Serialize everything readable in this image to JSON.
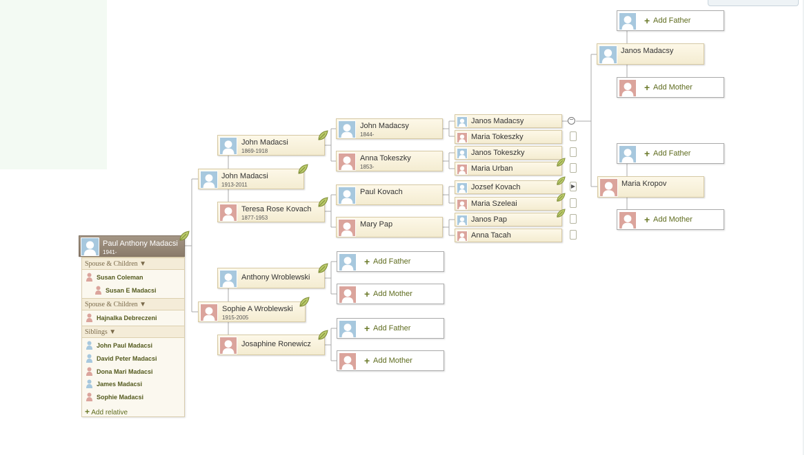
{
  "root": {
    "name": "Paul Anthony Madacsi",
    "dates": "1941-"
  },
  "family_panel": {
    "section_spouse_1": "Spouse & Children ▼",
    "spouse_1": "Susan Coleman",
    "child_1": "Susan E Madacsi",
    "section_spouse_2": "Spouse & Children ▼",
    "spouse_2": "Hajnalka Debreczeni",
    "section_siblings": "Siblings ▼",
    "siblings": [
      "John Paul Madacsi",
      "David Peter Madacsi",
      "Dona Mari Madacsi",
      "James Madacsi",
      "Sophie Madacsi"
    ],
    "add_relative": "Add relative"
  },
  "gen1": {
    "father": {
      "name": "John Madacsi",
      "dates": "1913-2011"
    },
    "mother": {
      "name": "Sophie A Wroblewski",
      "dates": "1915-2005"
    }
  },
  "gen2": {
    "pf": {
      "name": "John Madacsi",
      "dates": "1869-1918"
    },
    "pm": {
      "name": "Teresa Rose Kovach",
      "dates": "1877-1953"
    },
    "mf": {
      "name": "Anthony Wroblewski"
    },
    "mm": {
      "name": "Josaphine Ronewicz"
    }
  },
  "gen3": {
    "g1": {
      "name": "John Madacsy",
      "dates": "1844-"
    },
    "g2": {
      "name": "Anna Tokeszky",
      "dates": "1853-"
    },
    "g3": {
      "name": "Paul Kovach"
    },
    "g4": {
      "name": "Mary Pap"
    }
  },
  "gen4": [
    "Janos Madacsy",
    "Maria Tokeszky",
    "Janos Tokeszky",
    "Maria Urban",
    "Jozsef Kovach",
    "Maria Szeleai",
    "Janos Pap",
    "Anna Tacah"
  ],
  "gen5": {
    "top": "Janos Madacsy",
    "bottom": "Maria Kropov"
  },
  "actions": {
    "add_father": "Add Father",
    "add_mother": "Add Mother",
    "plus": "+"
  },
  "colors": {
    "male": "#a7c8de",
    "female": "#dba49c",
    "accent": "#6b7a2a"
  },
  "icons": {
    "leaf": "leaf-hint-icon",
    "avatar": "silhouette-icon"
  }
}
